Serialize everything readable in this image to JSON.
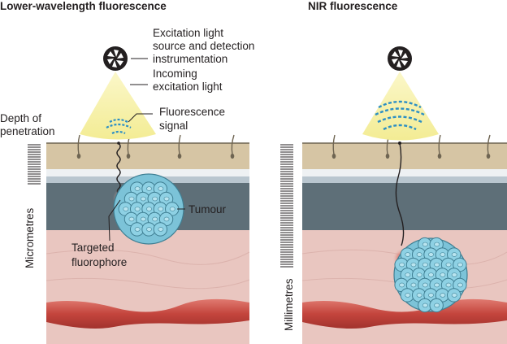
{
  "panels": {
    "left": {
      "title": "Lower-wavelength fluorescence",
      "scale_label": "Micrometres"
    },
    "right": {
      "title": "NIR fluorescence",
      "scale_label": "Millimetres"
    }
  },
  "labels": {
    "instrument_line1": "Excitation light",
    "instrument_line2": "source and detection",
    "instrument_line3": "instrumentation",
    "excitation_line1": "Incoming",
    "excitation_line2": "excitation light",
    "depth_line1": "Depth of",
    "depth_line2": "penetration",
    "signal_line1": "Fluorescence",
    "signal_line2": "signal",
    "tumour": "Tumour",
    "fluorophore_line1": "Targeted",
    "fluorophore_line2": "fluorophore"
  },
  "colors": {
    "skin": "#d6c5a4",
    "epidermis_light": "#c9d3da",
    "dermis_dark": "#5e6f78",
    "tissue": "#e9c6c0",
    "vessel": "#c4453d",
    "light_cone": "#f7f1a6",
    "tumour_cell": "#8ed1e4",
    "signal_wave": "#2c8fc4",
    "fluorophore_glow": "#c0392b"
  },
  "icons": {
    "instrument": "camera-aperture-icon",
    "signal": "wave-arcs-icon"
  }
}
